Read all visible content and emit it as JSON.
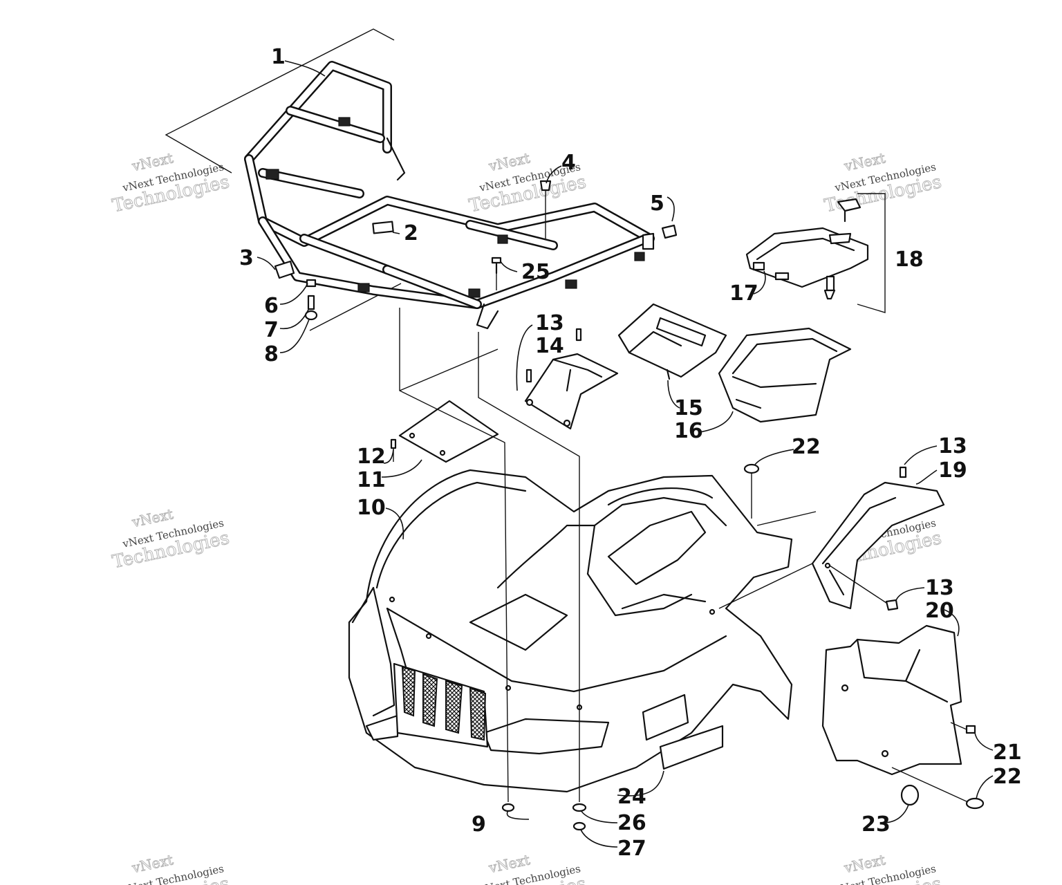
{
  "callouts": [
    "1",
    "2",
    "3",
    "4",
    "5",
    "6",
    "7",
    "8",
    "9",
    "10",
    "11",
    "12",
    "13",
    "14",
    "15",
    "16",
    "17",
    "18",
    "13",
    "19",
    "13",
    "20",
    "21",
    "22",
    "22",
    "23",
    "24",
    "25",
    "26",
    "27"
  ],
  "watermark": {
    "line1": "vNext",
    "line2": "vNext Technologies",
    "line3": "Technologies"
  },
  "colors": {
    "ink": "#111111",
    "paper": "#ffffff",
    "watermark": "#b8b8b8"
  }
}
